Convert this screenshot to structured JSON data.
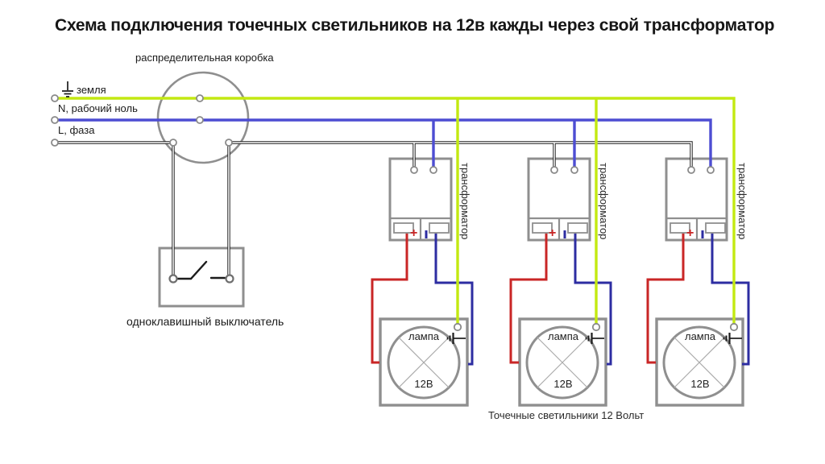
{
  "title": "Схема подключения точечных светильников на 12в кажды через свой трансформатор",
  "colors": {
    "ground": "#c3e911",
    "neutral": "#4d4dd2",
    "phase": "#1c1c1c",
    "secondary_plus": "#c92626",
    "secondary_minus": "#2d2da2",
    "box": "#8f8f8f"
  },
  "supply": {
    "ground": "земля",
    "neutral": "N, рабочий ноль",
    "phase": "L, фаза"
  },
  "distribution_box": {
    "label": "распределительная коробка"
  },
  "switch": {
    "label": "одноклавишный выключатель"
  },
  "transformer": {
    "label": "трансформатор",
    "plus": "+"
  },
  "lamp": {
    "label": "лампа",
    "voltage": "12В"
  },
  "footer": "Точечные светильники 12 Вольт"
}
